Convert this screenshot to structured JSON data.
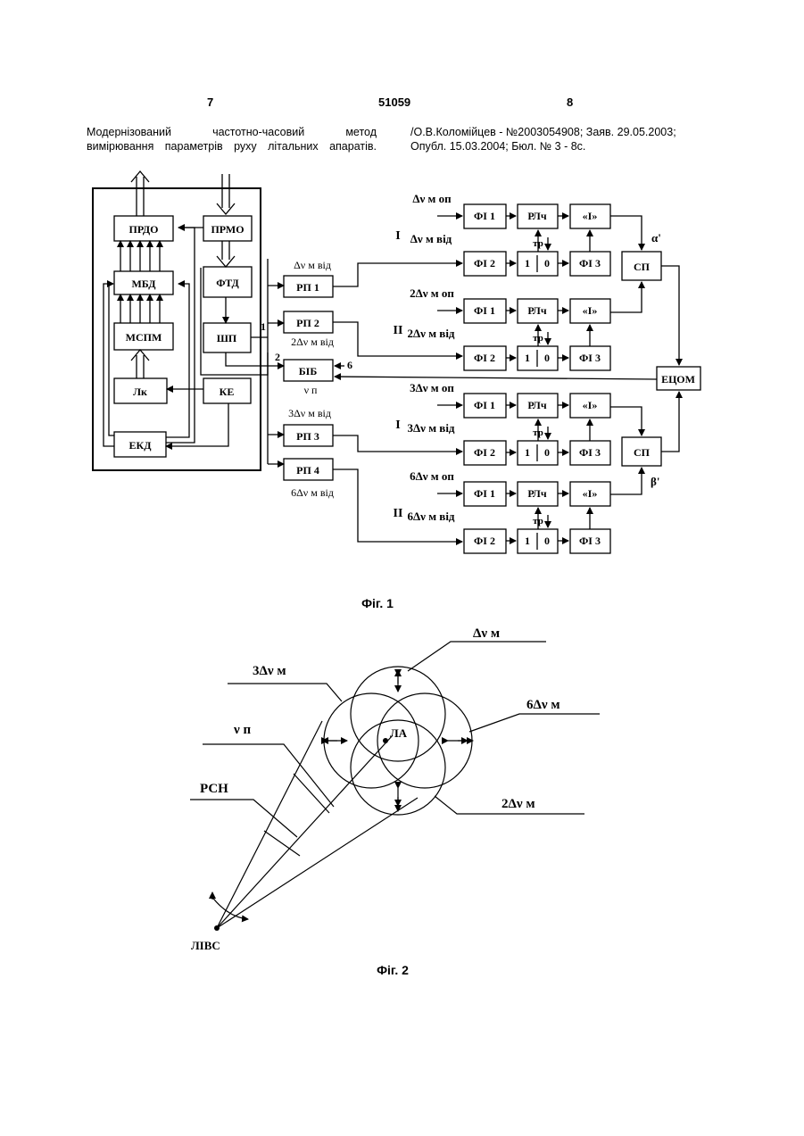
{
  "header": {
    "col_left": "7",
    "doc_number": "51059",
    "col_right": "8"
  },
  "reference": {
    "line1_left": "Модернізований частотно-часовий метод",
    "line2_left": "вимірювання параметрів руху літальних апаратів.",
    "line1_right": "/О.В.Коломійцев - №2003054908; Заяв. 29.05.2003;",
    "line2_right": "Опубл. 15.03.2004; Бюл. № 3 - 8с."
  },
  "fig1": {
    "caption": "Фіг. 1",
    "left_block": {
      "prdo": "ПРДО",
      "prmo": "ПРМО",
      "mbd": "МБД",
      "ftd": "ФТД",
      "mspm": "МСПМ",
      "shp": "ШП",
      "li": "Лк",
      "ke": "КЕ",
      "ekd": "ЕКД"
    },
    "mid": {
      "rp1": "РП 1",
      "rp2": "РП 2",
      "rp3": "РП 3",
      "rp4": "РП 4",
      "bib": "БІБ",
      "rp1_label": "Δν м від",
      "rp2_label": "2Δν м від",
      "rp3_label": "3Δν м від",
      "rp4_label": "6Δν м від",
      "bib_label": "ν п",
      "num1": "1",
      "num2": "2",
      "num6": "6"
    },
    "channels": [
      {
        "roman": "I",
        "op": "Δν м оп",
        "vid": "Δν м від"
      },
      {
        "roman": "II",
        "op": "2Δν м оп",
        "vid": "2Δν м від"
      },
      {
        "roman": "I",
        "op": "3Δν м оп",
        "vid": "3Δν м від"
      },
      {
        "roman": "II",
        "op": "6Δν м оп",
        "vid": "6Δν м від"
      }
    ],
    "blocks": {
      "fi1": "ФІ 1",
      "fi2": "ФІ 2",
      "fi3": "ФІ 3",
      "rlch": "РЛч",
      "and": "«І»",
      "tr": "тр",
      "t1": "1",
      "t0": "0",
      "sp": "СП",
      "ecom": "ЕЦОМ",
      "alpha": "α'",
      "beta": "β'"
    }
  },
  "fig2": {
    "caption": "Фіг. 2",
    "la": "ЛА",
    "livs": "ЛІВС",
    "rsn": "РСН",
    "vp": "ν п",
    "d1": "Δν м",
    "d3": "3Δν м",
    "d6": "6Δν м",
    "d2": "2Δν м"
  }
}
